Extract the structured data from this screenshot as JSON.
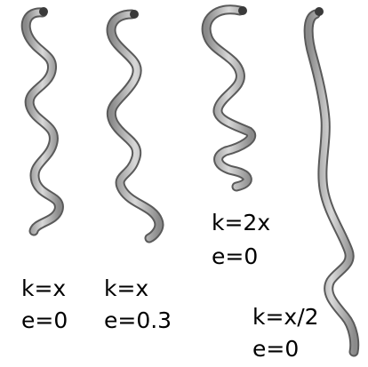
{
  "ribbon_color": "#a6a6a6",
  "ribbon_edge_color": "#5a5a5a",
  "tip_color": "#3a3a3a",
  "ribbons": [
    {
      "name": "ribbon-k-x-e-0"
    },
    {
      "name": "ribbon-k-x-e-0.3"
    },
    {
      "name": "ribbon-k-2x-e-0"
    },
    {
      "name": "ribbon-k-x-half-e-0"
    }
  ],
  "labels": {
    "a_k": "k=x",
    "a_e": "e=0",
    "b_k": "k=x",
    "b_e": "e=0.3",
    "c_k": "k=2x",
    "c_e": "e=0",
    "d_k": "k=x/2",
    "d_e": "e=0"
  }
}
